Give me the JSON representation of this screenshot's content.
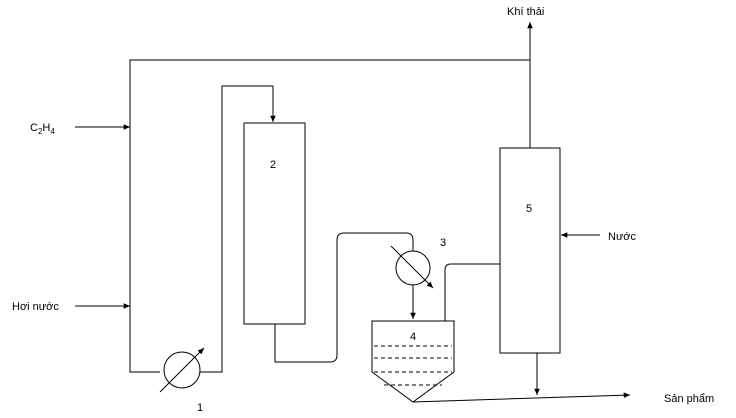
{
  "labels": {
    "exhaust": "Khí thải",
    "c2h4_base1": "C",
    "c2h4_sub1": "2",
    "c2h4_base2": "H",
    "c2h4_sub2": "4",
    "steam": "Hơi nước",
    "water": "Nước",
    "product": "Sản phẩm"
  },
  "units": {
    "u1": "1",
    "u2": "2",
    "u3": "3",
    "u4": "4",
    "u5": "5"
  }
}
